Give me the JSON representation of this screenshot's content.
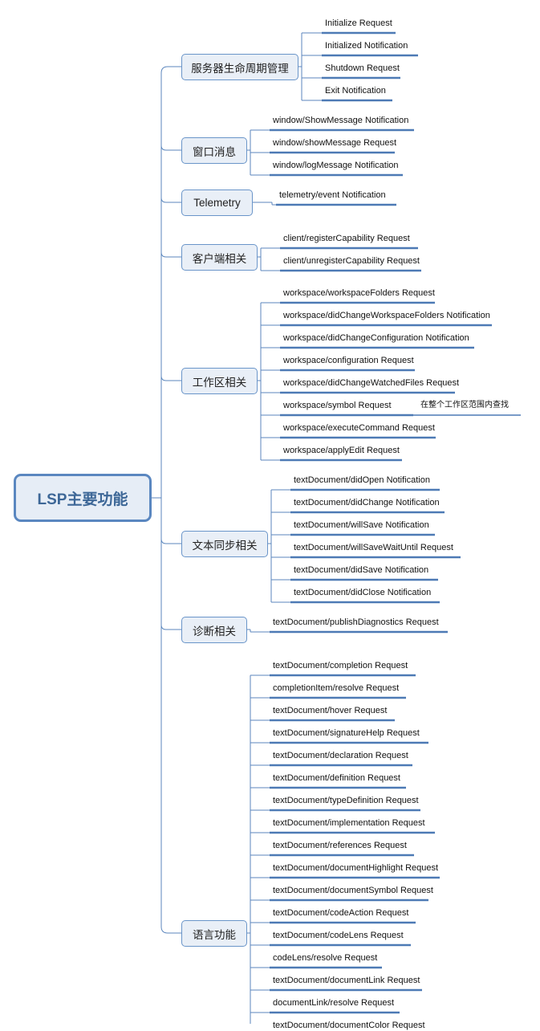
{
  "root": {
    "label": "LSP主要功能"
  },
  "categories": [
    {
      "label": "服务器生命周期管理",
      "items": [
        "Initialize Request",
        "Initialized Notification",
        "Shutdown Request",
        "Exit Notification"
      ]
    },
    {
      "label": "窗口消息",
      "items": [
        "window/ShowMessage Notification",
        "window/showMessage Request",
        "window/logMessage Notification"
      ]
    },
    {
      "label": "Telemetry",
      "items": [
        "telemetry/event Notification"
      ]
    },
    {
      "label": "客户端相关",
      "items": [
        "client/registerCapability Request",
        "client/unregisterCapability Request"
      ]
    },
    {
      "label": "工作区相关",
      "items": [
        "workspace/workspaceFolders Request",
        "workspace/didChangeWorkspaceFolders Notification",
        "workspace/didChangeConfiguration Notification",
        "workspace/configuration Request",
        "workspace/didChangeWatchedFiles Request",
        "workspace/symbol Request",
        "workspace/executeCommand Request",
        "workspace/applyEdit Request"
      ],
      "notes": [
        {
          "item": 5,
          "text": "在整个工作区范围内查找"
        }
      ]
    },
    {
      "label": "文本同步相关",
      "items": [
        "textDocument/didOpen Notification",
        "textDocument/didChange Notification",
        "textDocument/willSave Notification",
        "textDocument/willSaveWaitUntil Request",
        "textDocument/didSave Notification",
        "textDocument/didClose Notification"
      ]
    },
    {
      "label": "诊断相关",
      "items": [
        "textDocument/publishDiagnostics Request"
      ]
    },
    {
      "label": "语言功能",
      "items": [
        "textDocument/completion Request",
        "completionItem/resolve Request",
        "textDocument/hover Request",
        "textDocument/signatureHelp Request",
        "textDocument/declaration Request",
        "textDocument/definition Request",
        "textDocument/typeDefinition Request",
        "textDocument/implementation Request",
        "textDocument/references Request",
        "textDocument/documentHighlight Request",
        "textDocument/documentSymbol Request",
        "textDocument/codeAction Request",
        "textDocument/codeLens Request",
        "codeLens/resolve Request",
        "textDocument/documentLink Request",
        "documentLink/resolve Request",
        "textDocument/documentColor Request"
      ]
    }
  ],
  "colors": {
    "line": "#5b86bd",
    "underline": "#4d7ab5",
    "box_border": "#6a95c9",
    "box_fill": "#e9eff7",
    "root_border": "#5a87c0",
    "root_text": "#3d6797"
  }
}
